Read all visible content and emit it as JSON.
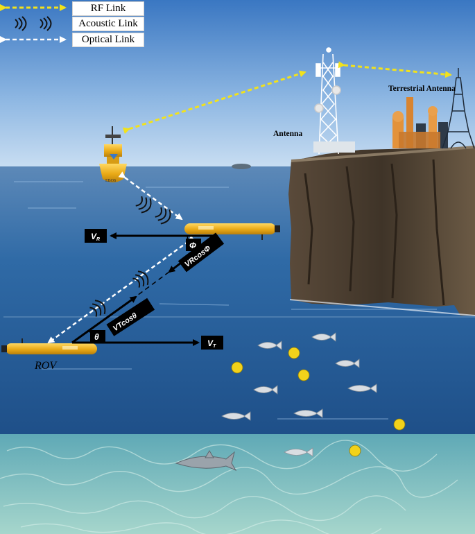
{
  "legend": {
    "rf_link": "RF Link",
    "acoustic_link": "Acoustic Link",
    "optical_link": "Optical Link"
  },
  "labels": {
    "terrestrial_antenna": "Terrestrial Antenna",
    "antenna": "Antenna",
    "rov": "ROV",
    "buoy_text": "EBOS",
    "vr": "V",
    "vr_sub": "R",
    "vt": "V",
    "vt_sub": "T",
    "vr_cos_phi": "VRcosΦ",
    "vt_cos_theta": "VTcosθ",
    "phi": "Φ",
    "theta": "θ"
  },
  "colors": {
    "rf_link": "#f2e21b",
    "optical_link": "#ffffff",
    "acoustic_link": "#1a1a1a",
    "vehicle": "#f0b82a",
    "buoy": "#f2c21a",
    "sky_top": "#3f7fc8",
    "sea_deep": "#1f4f8a",
    "seabed": "#8fc7c4"
  },
  "icons": [
    "buoy-icon",
    "antenna-tower-icon",
    "eiffel-tower-icon",
    "factory-icon",
    "auv-icon",
    "rov-icon",
    "fish-icon",
    "shark-icon"
  ]
}
